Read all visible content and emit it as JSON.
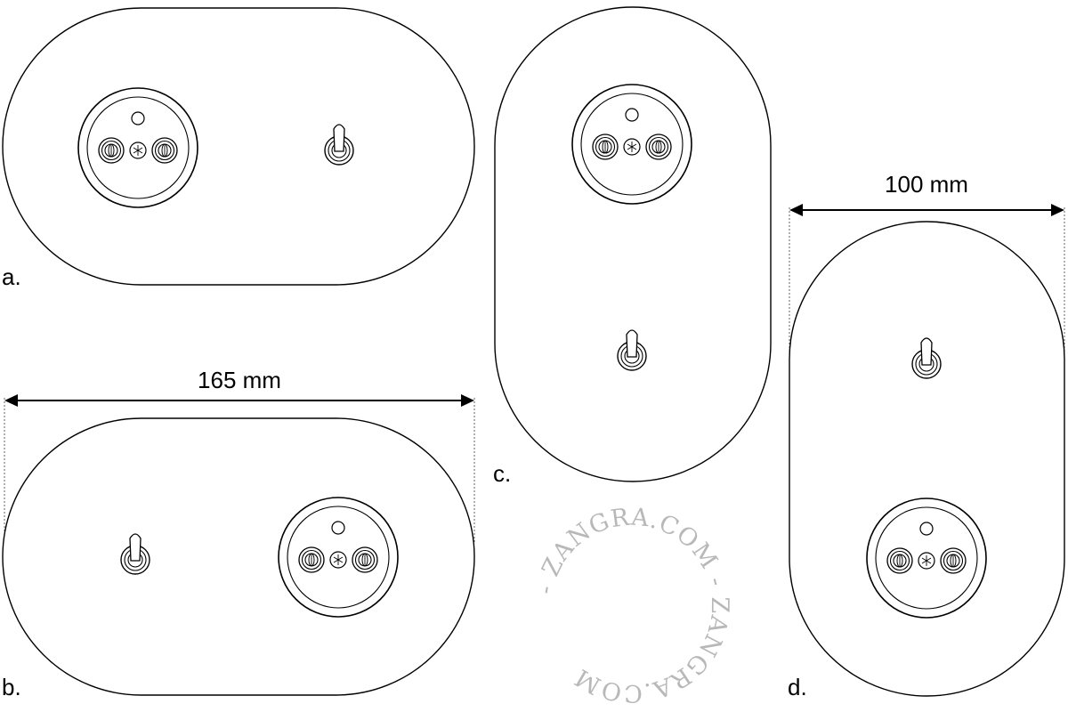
{
  "variants": {
    "a": {
      "label": "a."
    },
    "b": {
      "label": "b."
    },
    "c": {
      "label": "c."
    },
    "d": {
      "label": "d."
    }
  },
  "dimensions": {
    "width_horizontal": "165 mm",
    "width_vertical": "100 mm"
  },
  "watermark": {
    "text": "- ZANGRA.COM - ZANGRA.COM"
  },
  "colors": {
    "stroke": "#000000",
    "watermark": "#b8b8b8"
  }
}
